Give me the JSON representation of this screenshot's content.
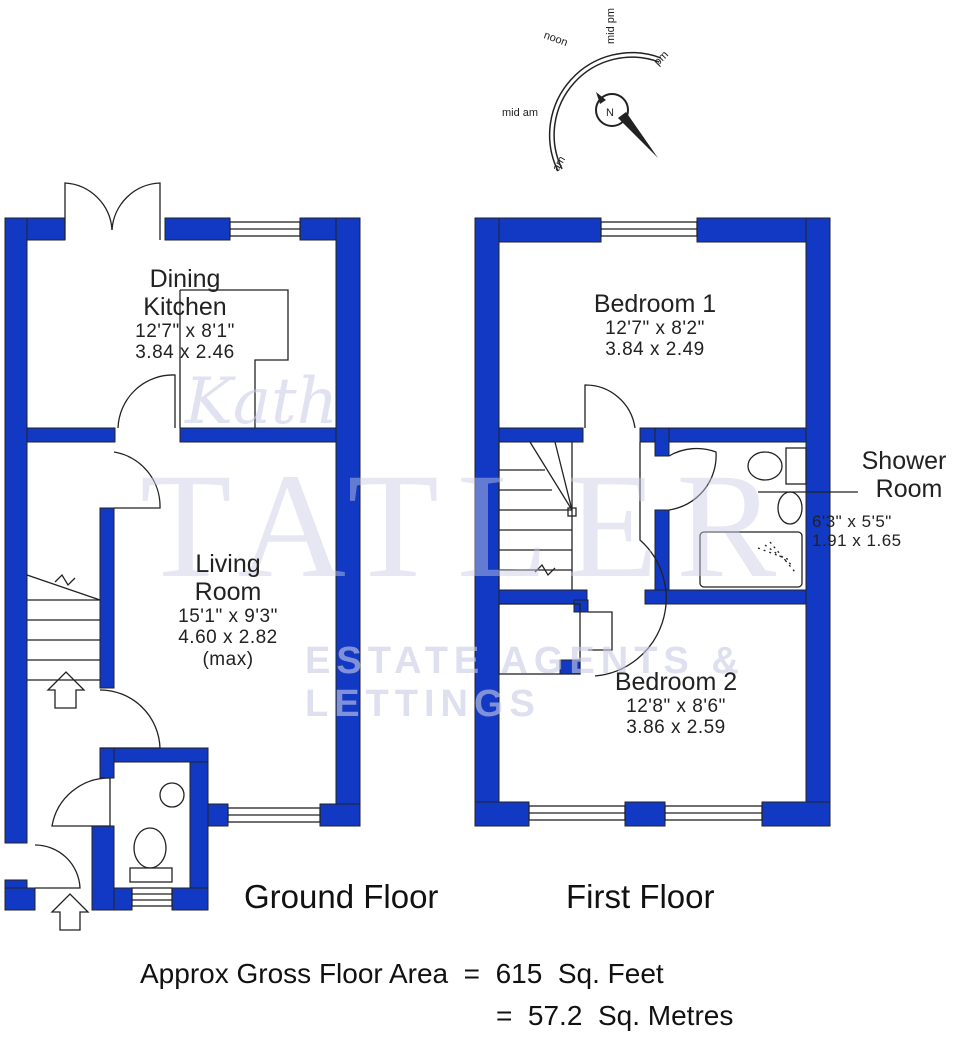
{
  "colors": {
    "wall": "#1239c4",
    "outline": "#222222",
    "watermark": "#c9cce6"
  },
  "watermark": {
    "script": "Kath",
    "big": "TATLER",
    "small": "ESTATE AGENTS & LETTINGS"
  },
  "compass": {
    "north": "N",
    "labels": [
      "am",
      "mid am",
      "noon",
      "mid pm",
      "pm"
    ]
  },
  "rooms": [
    {
      "id": "dining-kitchen",
      "name_line1": "Dining",
      "name_line2": "Kitchen",
      "imperial": "12'7\"  x  8'1\"",
      "metric": "3.84  x  2.46"
    },
    {
      "id": "living-room",
      "name_line1": "Living",
      "name_line2": "Room",
      "imperial": "15'1\"  x  9'3\"",
      "metric": "4.60  x  2.82",
      "note": "(max)"
    },
    {
      "id": "bedroom-1",
      "name_line1": "Bedroom 1",
      "imperial": "12'7\"  x  8'2\"",
      "metric": "3.84  x  2.49"
    },
    {
      "id": "shower-room",
      "name_line1": "Shower",
      "name_line2": "Room",
      "imperial": "6'3\"  x  5'5\"",
      "metric": "1.91  x  1.65"
    },
    {
      "id": "bedroom-2",
      "name_line1": "Bedroom 2",
      "imperial": "12'8\"  x  8'6\"",
      "metric": "3.86  x  2.59"
    }
  ],
  "floors": {
    "ground": "Ground Floor",
    "first": "First Floor"
  },
  "area": {
    "line1": "Approx Gross Floor Area  =  615  Sq. Feet",
    "line2": "=  57.2  Sq. Metres"
  }
}
